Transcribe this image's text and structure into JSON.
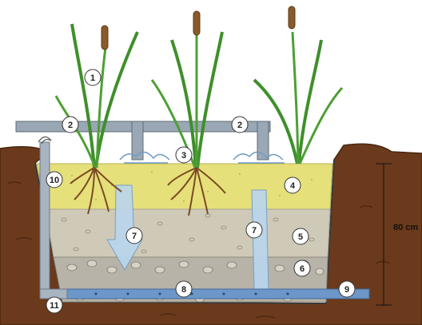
{
  "figure": {
    "background": "#ffffff",
    "colors": {
      "soil": "#6b3a1c",
      "soil_dark": "#4a250f",
      "sand": "#e6e07a",
      "gravel": "#cfcab8",
      "coarse_gravel": "#b8b3a8",
      "pipe": "#9aa7b4",
      "drain_pipe": "#6d97c9",
      "water": "#b9d6ee",
      "reed": "#3f8f2b",
      "cattail": "#8a5a2b",
      "root": "#7a4a22"
    }
  },
  "callouts": [
    "1",
    "2",
    "2",
    "3",
    "4",
    "5",
    "6",
    "7",
    "7",
    "8",
    "9",
    "10",
    "11"
  ],
  "dimension": {
    "label": "80 cm"
  }
}
